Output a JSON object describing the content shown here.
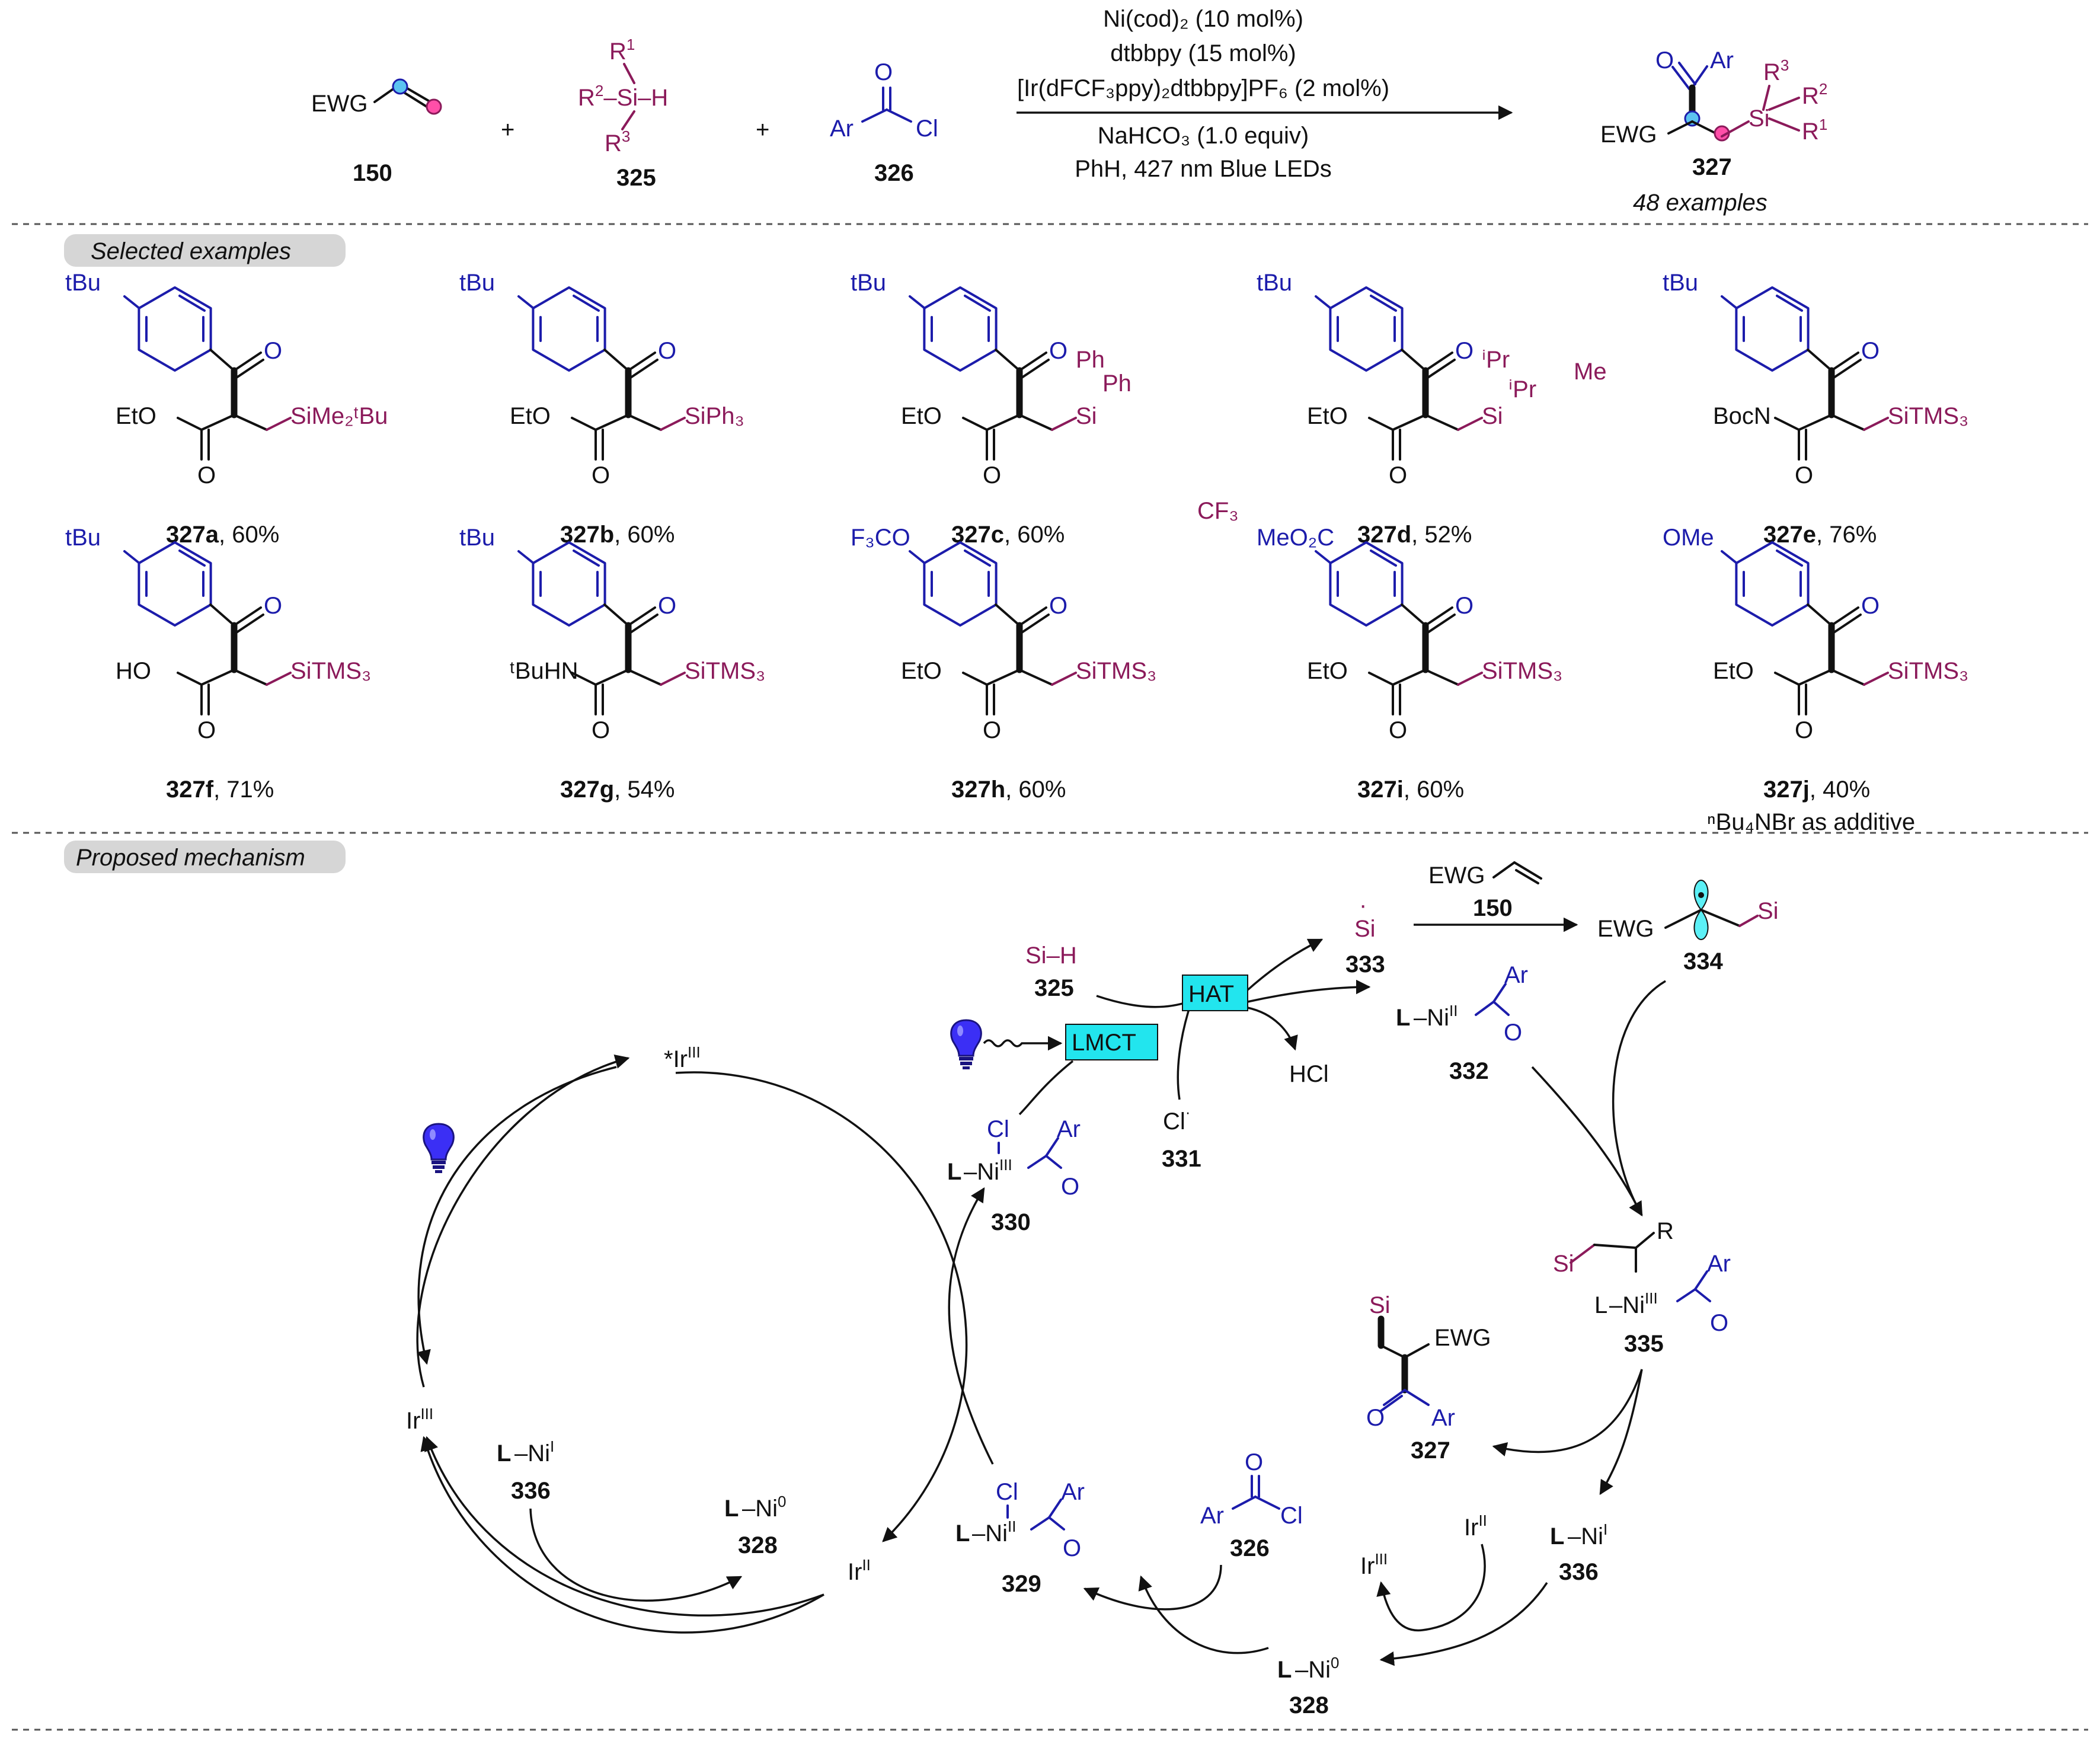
{
  "colors": {
    "black": "#111111",
    "magenta": "#8b1a5a",
    "blue": "#1c1cab",
    "highlight": "#22e5ee",
    "pill": "#d6d6d6"
  },
  "reaction": {
    "reactant1": {
      "text": "EWG",
      "label": "150"
    },
    "plus1": "+",
    "reactant2": {
      "r1": "R",
      "r1sup": "1",
      "r2": "R",
      "r2sup": "2",
      "si": "–Si–H",
      "r3": "R",
      "r3sup": "3",
      "label": "325"
    },
    "plus2": "+",
    "reactant3": {
      "o": "O",
      "ar": "Ar",
      "cl": "Cl",
      "label": "326"
    },
    "conditions": [
      "Ni(cod)₂ (10 mol%)",
      "dtbbpy (15 mol%)",
      "[Ir(dFCF₃ppy)₂dtbbpy]PF₆ (2 mol%)",
      "NaHCO₃ (1.0 equiv)",
      "PhH, 427 nm Blue LEDs"
    ],
    "product": {
      "o": "O",
      "ar": "Ar",
      "ewg": "EWG",
      "si": "Si",
      "r1": "R",
      "r1sup": "1",
      "r2": "R",
      "r2sup": "2",
      "r3": "R",
      "r3sup": "3",
      "label": "327",
      "note": "48 examples"
    }
  },
  "sections": {
    "examples": "Selected examples",
    "mechanism": "Proposed mechanism"
  },
  "examples": [
    {
      "id": "327a",
      "yield": ", 60%",
      "top": "tBu",
      "ester": "EtO",
      "silyl": "SiMe₂ᵗBu"
    },
    {
      "id": "327b",
      "yield": ", 60%",
      "top": "tBu",
      "ester": "EtO",
      "silyl": "SiPh₃"
    },
    {
      "id": "327c",
      "yield": ", 60%",
      "top": "tBu",
      "ester": "EtO",
      "silyl": "Si",
      "ph1": "Ph",
      "ph2": "Ph",
      "cf3": "CF₃"
    },
    {
      "id": "327d",
      "yield": ", 52%",
      "top": "tBu",
      "ester": "EtO",
      "silyl": "Si",
      "ipr1": "ⁱPr",
      "ipr2": "ⁱPr",
      "me": "Me"
    },
    {
      "id": "327e",
      "yield": ", 76%",
      "top": "tBu",
      "ester": "BocN",
      "silyl": "SiTMS₃"
    },
    {
      "id": "327f",
      "yield": ", 71%",
      "top": "tBu",
      "ester": "HO",
      "silyl": "SiTMS₃"
    },
    {
      "id": "327g",
      "yield": ", 54%",
      "top": "tBu",
      "ester": "ᵗBuHN",
      "silyl": "SiTMS₃"
    },
    {
      "id": "327h",
      "yield": ", 60%",
      "top": "F₃CO",
      "ester": "EtO",
      "silyl": "SiTMS₃"
    },
    {
      "id": "327i",
      "yield": ", 60%",
      "top": "MeO₂C",
      "ester": "EtO",
      "silyl": "SiTMS₃"
    },
    {
      "id": "327j",
      "yield": ", 40%",
      "top": "OMe",
      "ester": "EtO",
      "silyl": "SiTMS₃",
      "note": "ⁿBu₄NBr as additive"
    }
  ],
  "mechanism": {
    "ir_excited": "*Ir",
    "ir_excited_sup": "III",
    "ir3": "Ir",
    "ir3_sup": "III",
    "ir2": "Ir",
    "ir2_sup": "II",
    "ni1_336": {
      "l": "L",
      "ni": "–Ni",
      "sup": "I",
      "label": "336"
    },
    "ni0_328": {
      "l": "L",
      "ni": "–Ni",
      "sup": "0",
      "label": "328"
    },
    "ni2_329": {
      "cl": "Cl",
      "l": "L",
      "ni": "–Ni",
      "sup": "II",
      "ar": "Ar",
      "o": "O",
      "label": "329"
    },
    "acyl_326": {
      "ar": "Ar",
      "o": "O",
      "cl": "Cl",
      "label": "326"
    },
    "ni3_330": {
      "cl": "Cl",
      "l": "L",
      "ni": "–Ni",
      "sup": "III",
      "ar": "Ar",
      "o": "O",
      "label": "330"
    },
    "lmct": "LMCT",
    "hat": "HAT",
    "sih": "Si–H",
    "sih_label": "325",
    "cl_rad": "Cl",
    "cl_label": "331",
    "hcl": "HCl",
    "si_rad": "Si",
    "si_label": "333",
    "alkene": "EWG",
    "alkene_label": "150",
    "rad334": {
      "ewg": "EWG",
      "si": "Si",
      "label": "334"
    },
    "ni2_332": {
      "l": "L",
      "ni": "–Ni",
      "sup": "II",
      "ar": "Ar",
      "o": "O",
      "label": "332"
    },
    "ni3_335": {
      "si": "Si",
      "r": "R",
      "ar": "Ar",
      "l": "L",
      "ni": "–Ni",
      "sup": "III",
      "o": "O",
      "label": "335"
    },
    "prod327": {
      "si": "Si",
      "ewg": "EWG",
      "o": "O",
      "ar": "Ar",
      "label": "327"
    },
    "ni1b": {
      "l": "L",
      "ni": "–Ni",
      "sup": "I",
      "label": "336"
    },
    "ir2b": "Ir",
    "ir2b_sup": "II",
    "ir3b": "Ir",
    "ir3b_sup": "III",
    "ni0b": {
      "l": "L",
      "ni": "–Ni",
      "sup": "0",
      "label": "328"
    }
  }
}
